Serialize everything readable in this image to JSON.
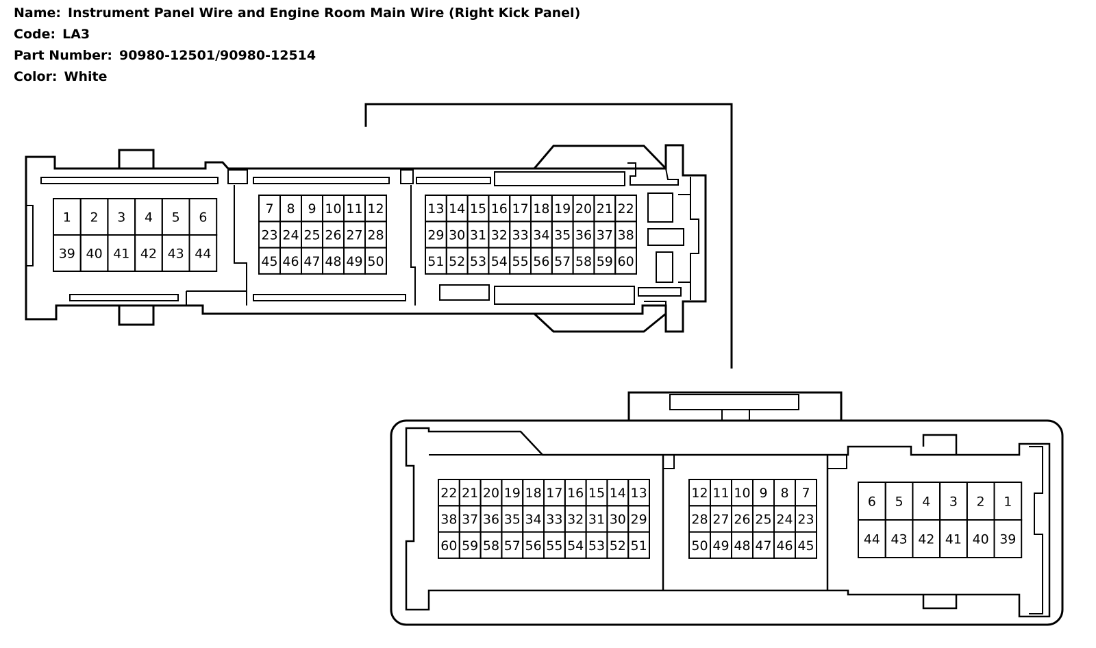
{
  "header": {
    "name_label": "Name:",
    "name_value": "Instrument Panel Wire and Engine Room Main Wire (Right Kick Panel)",
    "code_label": "Code:",
    "code_value": "LA3",
    "part_label": "Part Number:",
    "part_value": "90980-12501/90980-12514",
    "color_label": "Color:",
    "color_value": "White"
  },
  "connectors": {
    "top": {
      "group_a": [
        [
          "1",
          "2",
          "3",
          "4",
          "5",
          "6"
        ],
        [
          "39",
          "40",
          "41",
          "42",
          "43",
          "44"
        ]
      ],
      "group_b": [
        [
          "7",
          "8",
          "9",
          "10",
          "11",
          "12"
        ],
        [
          "23",
          "24",
          "25",
          "26",
          "27",
          "28"
        ],
        [
          "45",
          "46",
          "47",
          "48",
          "49",
          "50"
        ]
      ],
      "group_c": [
        [
          "13",
          "14",
          "15",
          "16",
          "17",
          "18",
          "19",
          "20",
          "21",
          "22"
        ],
        [
          "29",
          "30",
          "31",
          "32",
          "33",
          "34",
          "35",
          "36",
          "37",
          "38"
        ],
        [
          "51",
          "52",
          "53",
          "54",
          "55",
          "56",
          "57",
          "58",
          "59",
          "60"
        ]
      ]
    },
    "bottom": {
      "group_c": [
        [
          "22",
          "21",
          "20",
          "19",
          "18",
          "17",
          "16",
          "15",
          "14",
          "13"
        ],
        [
          "38",
          "37",
          "36",
          "35",
          "34",
          "33",
          "32",
          "31",
          "30",
          "29"
        ],
        [
          "60",
          "59",
          "58",
          "57",
          "56",
          "55",
          "54",
          "53",
          "52",
          "51"
        ]
      ],
      "group_b": [
        [
          "12",
          "11",
          "10",
          "9",
          "8",
          "7"
        ],
        [
          "28",
          "27",
          "26",
          "25",
          "24",
          "23"
        ],
        [
          "50",
          "49",
          "48",
          "47",
          "46",
          "45"
        ]
      ],
      "group_a": [
        [
          "6",
          "5",
          "4",
          "3",
          "2",
          "1"
        ],
        [
          "44",
          "43",
          "42",
          "41",
          "40",
          "39"
        ]
      ]
    }
  },
  "colors": {
    "stroke": "#000000",
    "background": "#ffffff"
  }
}
